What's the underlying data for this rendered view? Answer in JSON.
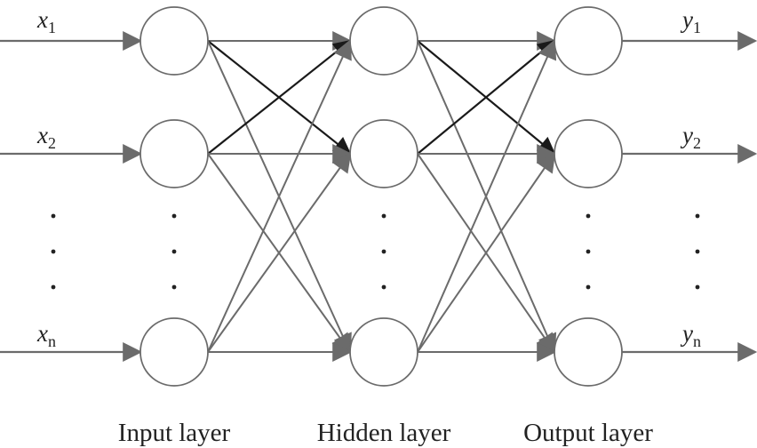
{
  "inputs": [
    {
      "base": "x",
      "sub": "1"
    },
    {
      "base": "x",
      "sub": "2"
    },
    {
      "base": "x",
      "sub": "n"
    }
  ],
  "outputs": [
    {
      "base": "y",
      "sub": "1"
    },
    {
      "base": "y",
      "sub": "2"
    },
    {
      "base": "y",
      "sub": "n"
    }
  ],
  "layers": {
    "input": "Input layer",
    "hidden": "Hidden layer",
    "output": "Output layer"
  },
  "colors": {
    "line": "#6b6b6b",
    "highlight": "#1a1a1a",
    "node_stroke": "#6b6b6b",
    "text": "#222222"
  }
}
